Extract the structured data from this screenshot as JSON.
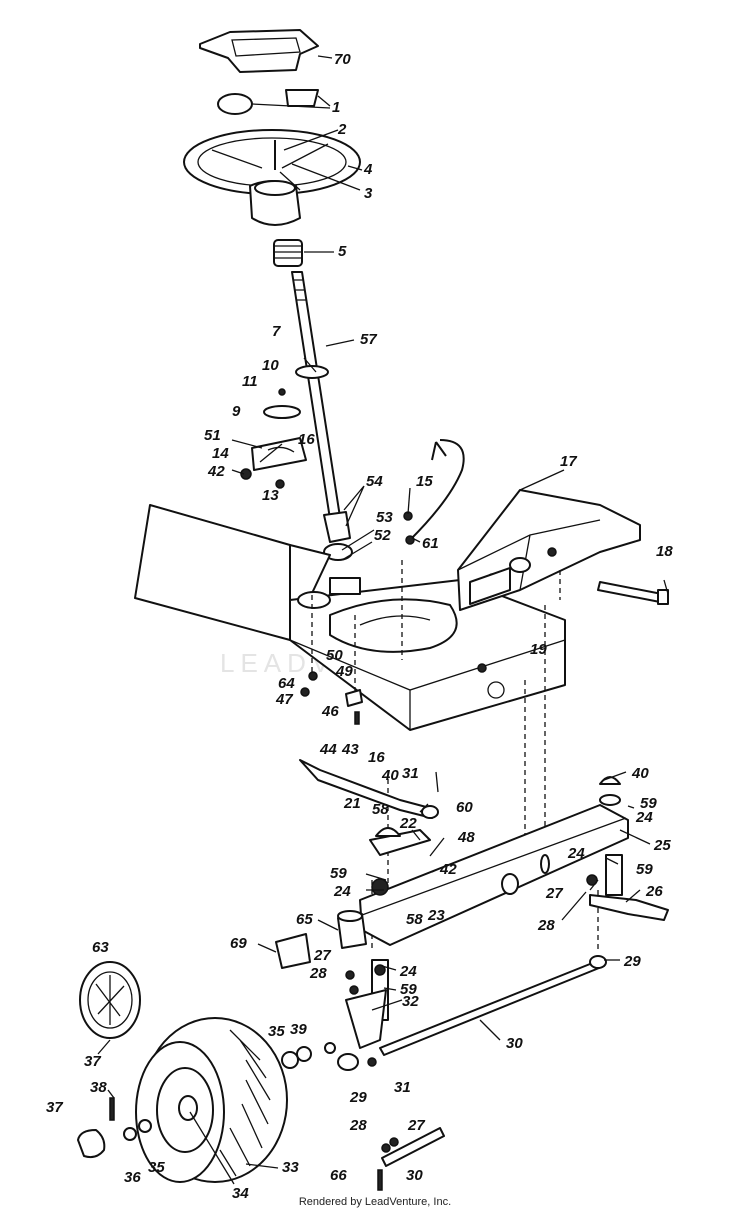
{
  "diagram": {
    "watermark": "LEADVENTURE",
    "footer": "Rendered by LeadVenture, Inc.",
    "callouts": [
      "70",
      "1",
      "2",
      "4",
      "3",
      "5",
      "7",
      "57",
      "10",
      "11",
      "9",
      "51",
      "16",
      "14",
      "42",
      "13",
      "54",
      "17",
      "15",
      "61",
      "53",
      "52",
      "18",
      "19",
      "50",
      "49",
      "64",
      "47",
      "46",
      "44",
      "43",
      "16",
      "40",
      "31",
      "21",
      "58",
      "22",
      "60",
      "48",
      "42",
      "40",
      "59",
      "24",
      "25",
      "24",
      "59",
      "27",
      "28",
      "26",
      "59",
      "24",
      "23",
      "58",
      "65",
      "69",
      "63",
      "27",
      "28",
      "24",
      "59",
      "32",
      "29",
      "30",
      "35",
      "39",
      "37",
      "38",
      "29",
      "31",
      "37",
      "36",
      "35",
      "34",
      "33",
      "28",
      "27",
      "66",
      "30"
    ]
  }
}
